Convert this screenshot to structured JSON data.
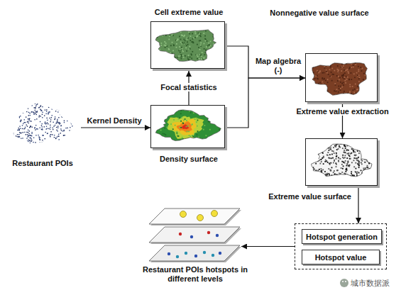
{
  "diagram": {
    "nodes": [
      {
        "text": [
          "Restaurant POIs"
        ]
      },
      {
        "text": [
          "Cell extreme value"
        ]
      },
      {
        "text": [
          "Density surface"
        ]
      },
      {
        "text": [
          "Nonnegative value surface"
        ]
      },
      {
        "text": [
          "Extreme value surface"
        ]
      },
      {
        "text": []
      },
      {
        "text": [
          "Hotspot generation"
        ],
        "in": 5
      },
      {
        "text": [
          "Hotspot value"
        ],
        "in": 5
      },
      {
        "text": [
          "Restaurant POIs hotspots in different levels"
        ]
      }
    ],
    "edges": [
      {
        "from": 0,
        "to": 2,
        "arrow": "to",
        "label": "Kernel Density"
      },
      {
        "from": 2,
        "to": 1,
        "arrow": "to",
        "label": "Focal statistics"
      },
      {
        "from": 1,
        "to": 3,
        "arrow": "to",
        "label": "Map algebra (-)"
      },
      {
        "from": 2,
        "to": 3,
        "arrow": "to"
      },
      {
        "from": 3,
        "to": 4,
        "arrow": "to",
        "label": "Extreme value extraction"
      },
      {
        "from": 4,
        "to": 5,
        "arrow": "to"
      },
      {
        "from": 5,
        "to": 8,
        "arrow": "to"
      }
    ],
    "labels": [
      "城市数据派"
    ]
  }
}
